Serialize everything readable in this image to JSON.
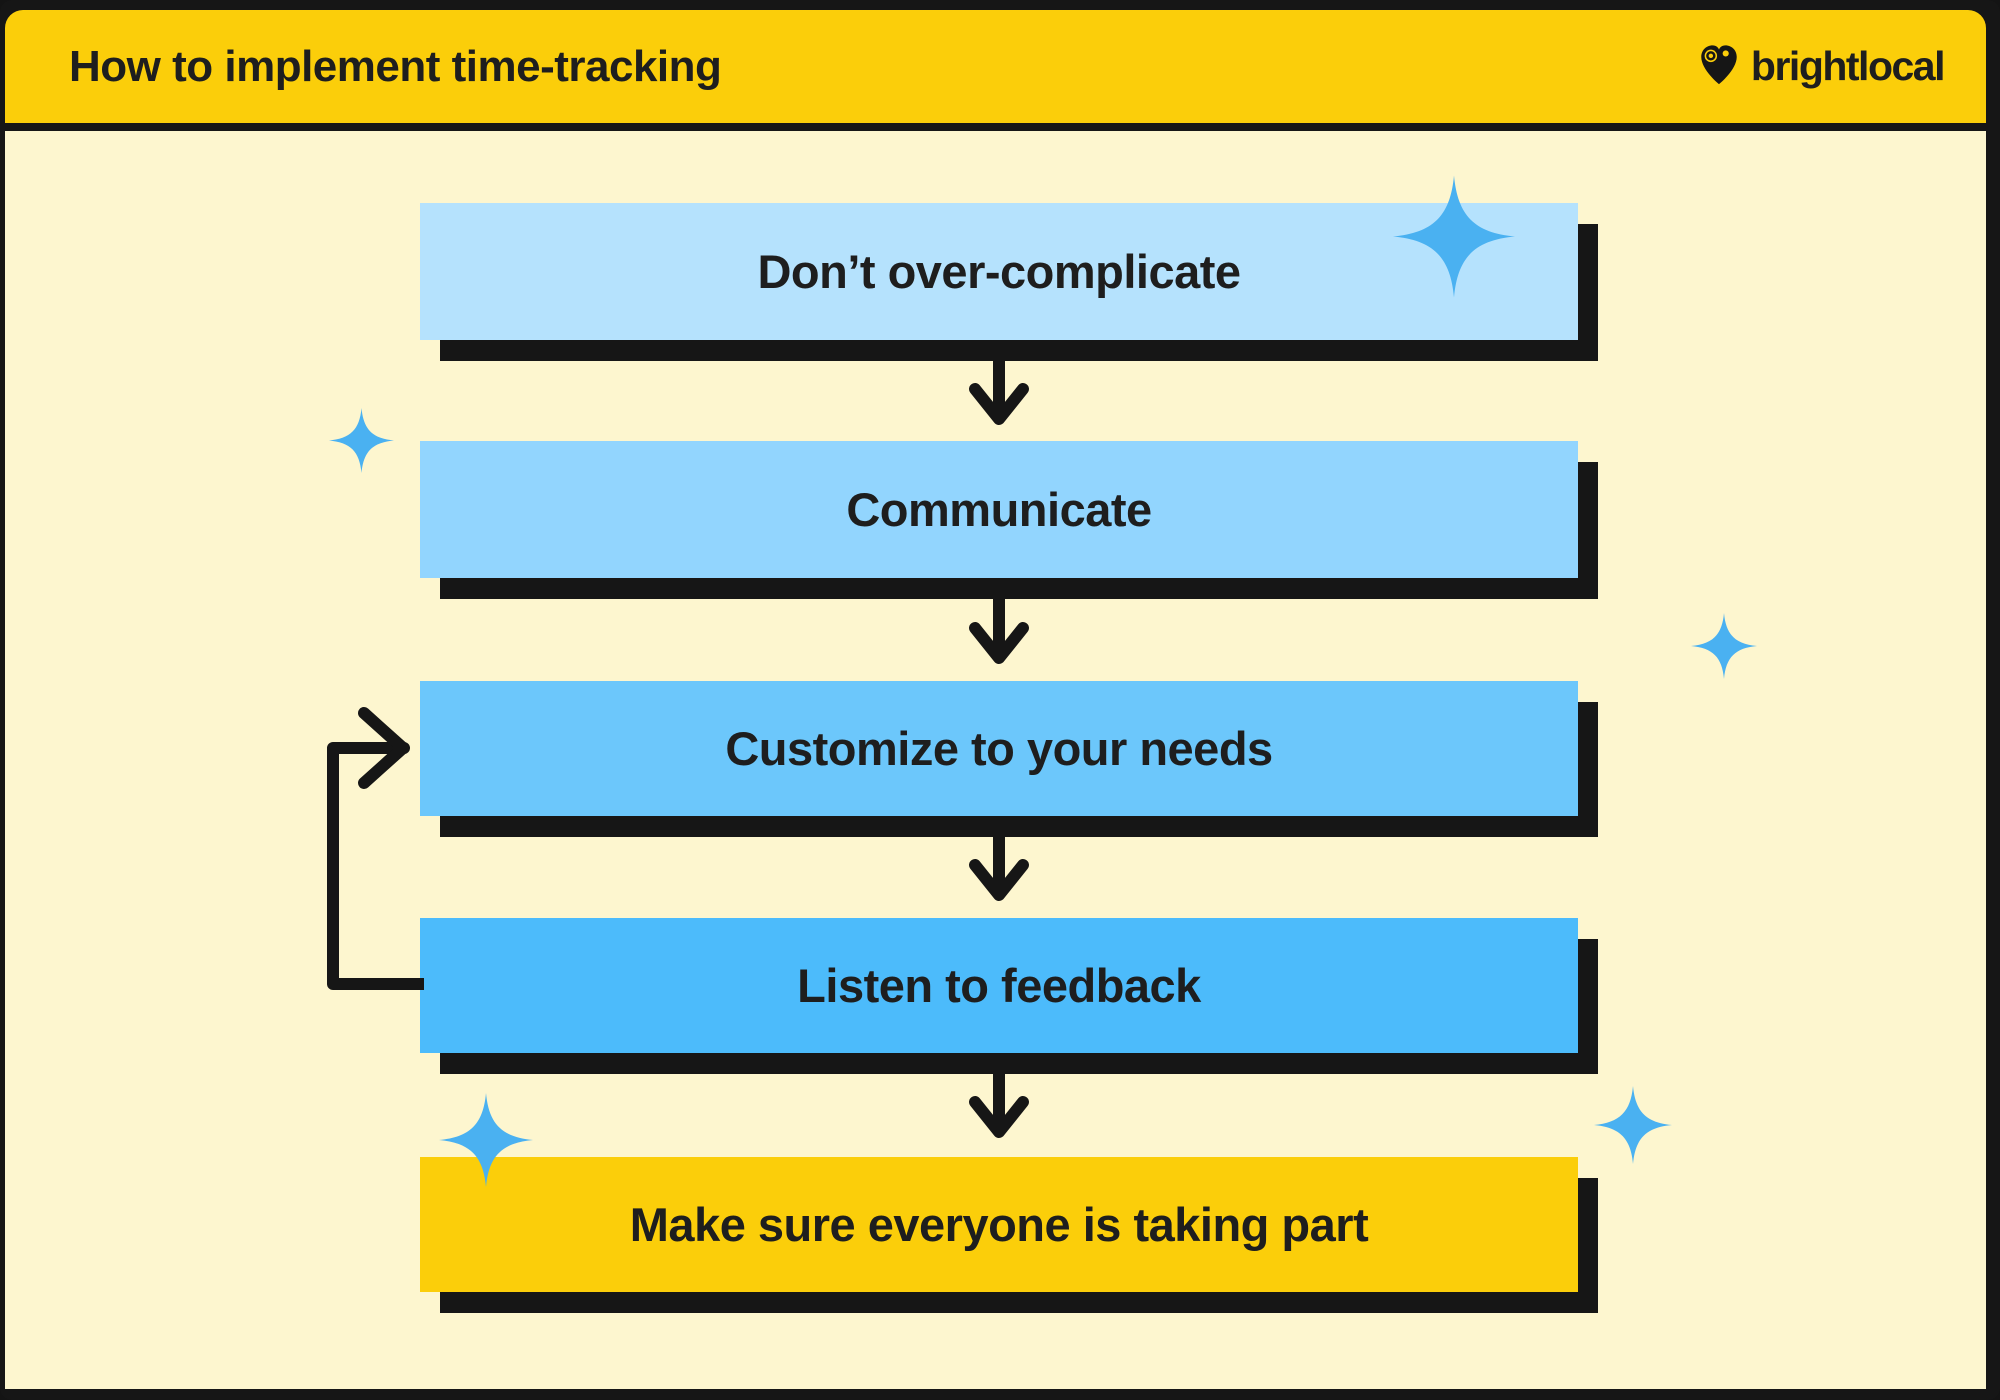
{
  "header": {
    "title": "How to implement time-tracking",
    "brand": "brightlocal"
  },
  "diagram": {
    "type": "flowchart",
    "direction": "top-to-bottom",
    "steps": [
      {
        "label": "Don’t over-complicate",
        "color": "#b5e2fd"
      },
      {
        "label": "Communicate",
        "color": "#92d5fe"
      },
      {
        "label": "Customize to your needs",
        "color": "#6cc7fb"
      },
      {
        "label": "Listen to feedback",
        "color": "#4cbbfb"
      },
      {
        "label": "Make sure everyone is taking part",
        "color": "#fbce0a"
      }
    ],
    "connectors": [
      {
        "from": 1,
        "to": 2,
        "type": "arrow-down"
      },
      {
        "from": 2,
        "to": 3,
        "type": "arrow-down"
      },
      {
        "from": 3,
        "to": 4,
        "type": "arrow-down"
      },
      {
        "from": 4,
        "to": 5,
        "type": "arrow-down"
      },
      {
        "from": 4,
        "to": 3,
        "type": "loop-back-left"
      }
    ]
  },
  "icons": {
    "logo": "heart-map-pin-icon",
    "decorations": "sparkle-icon"
  },
  "colors": {
    "header_bg": "#fbce0a",
    "body_bg": "#fdf6cf",
    "frame": "#161616",
    "text": "#1e1e1e",
    "sparkle": "#4ab1f1"
  }
}
